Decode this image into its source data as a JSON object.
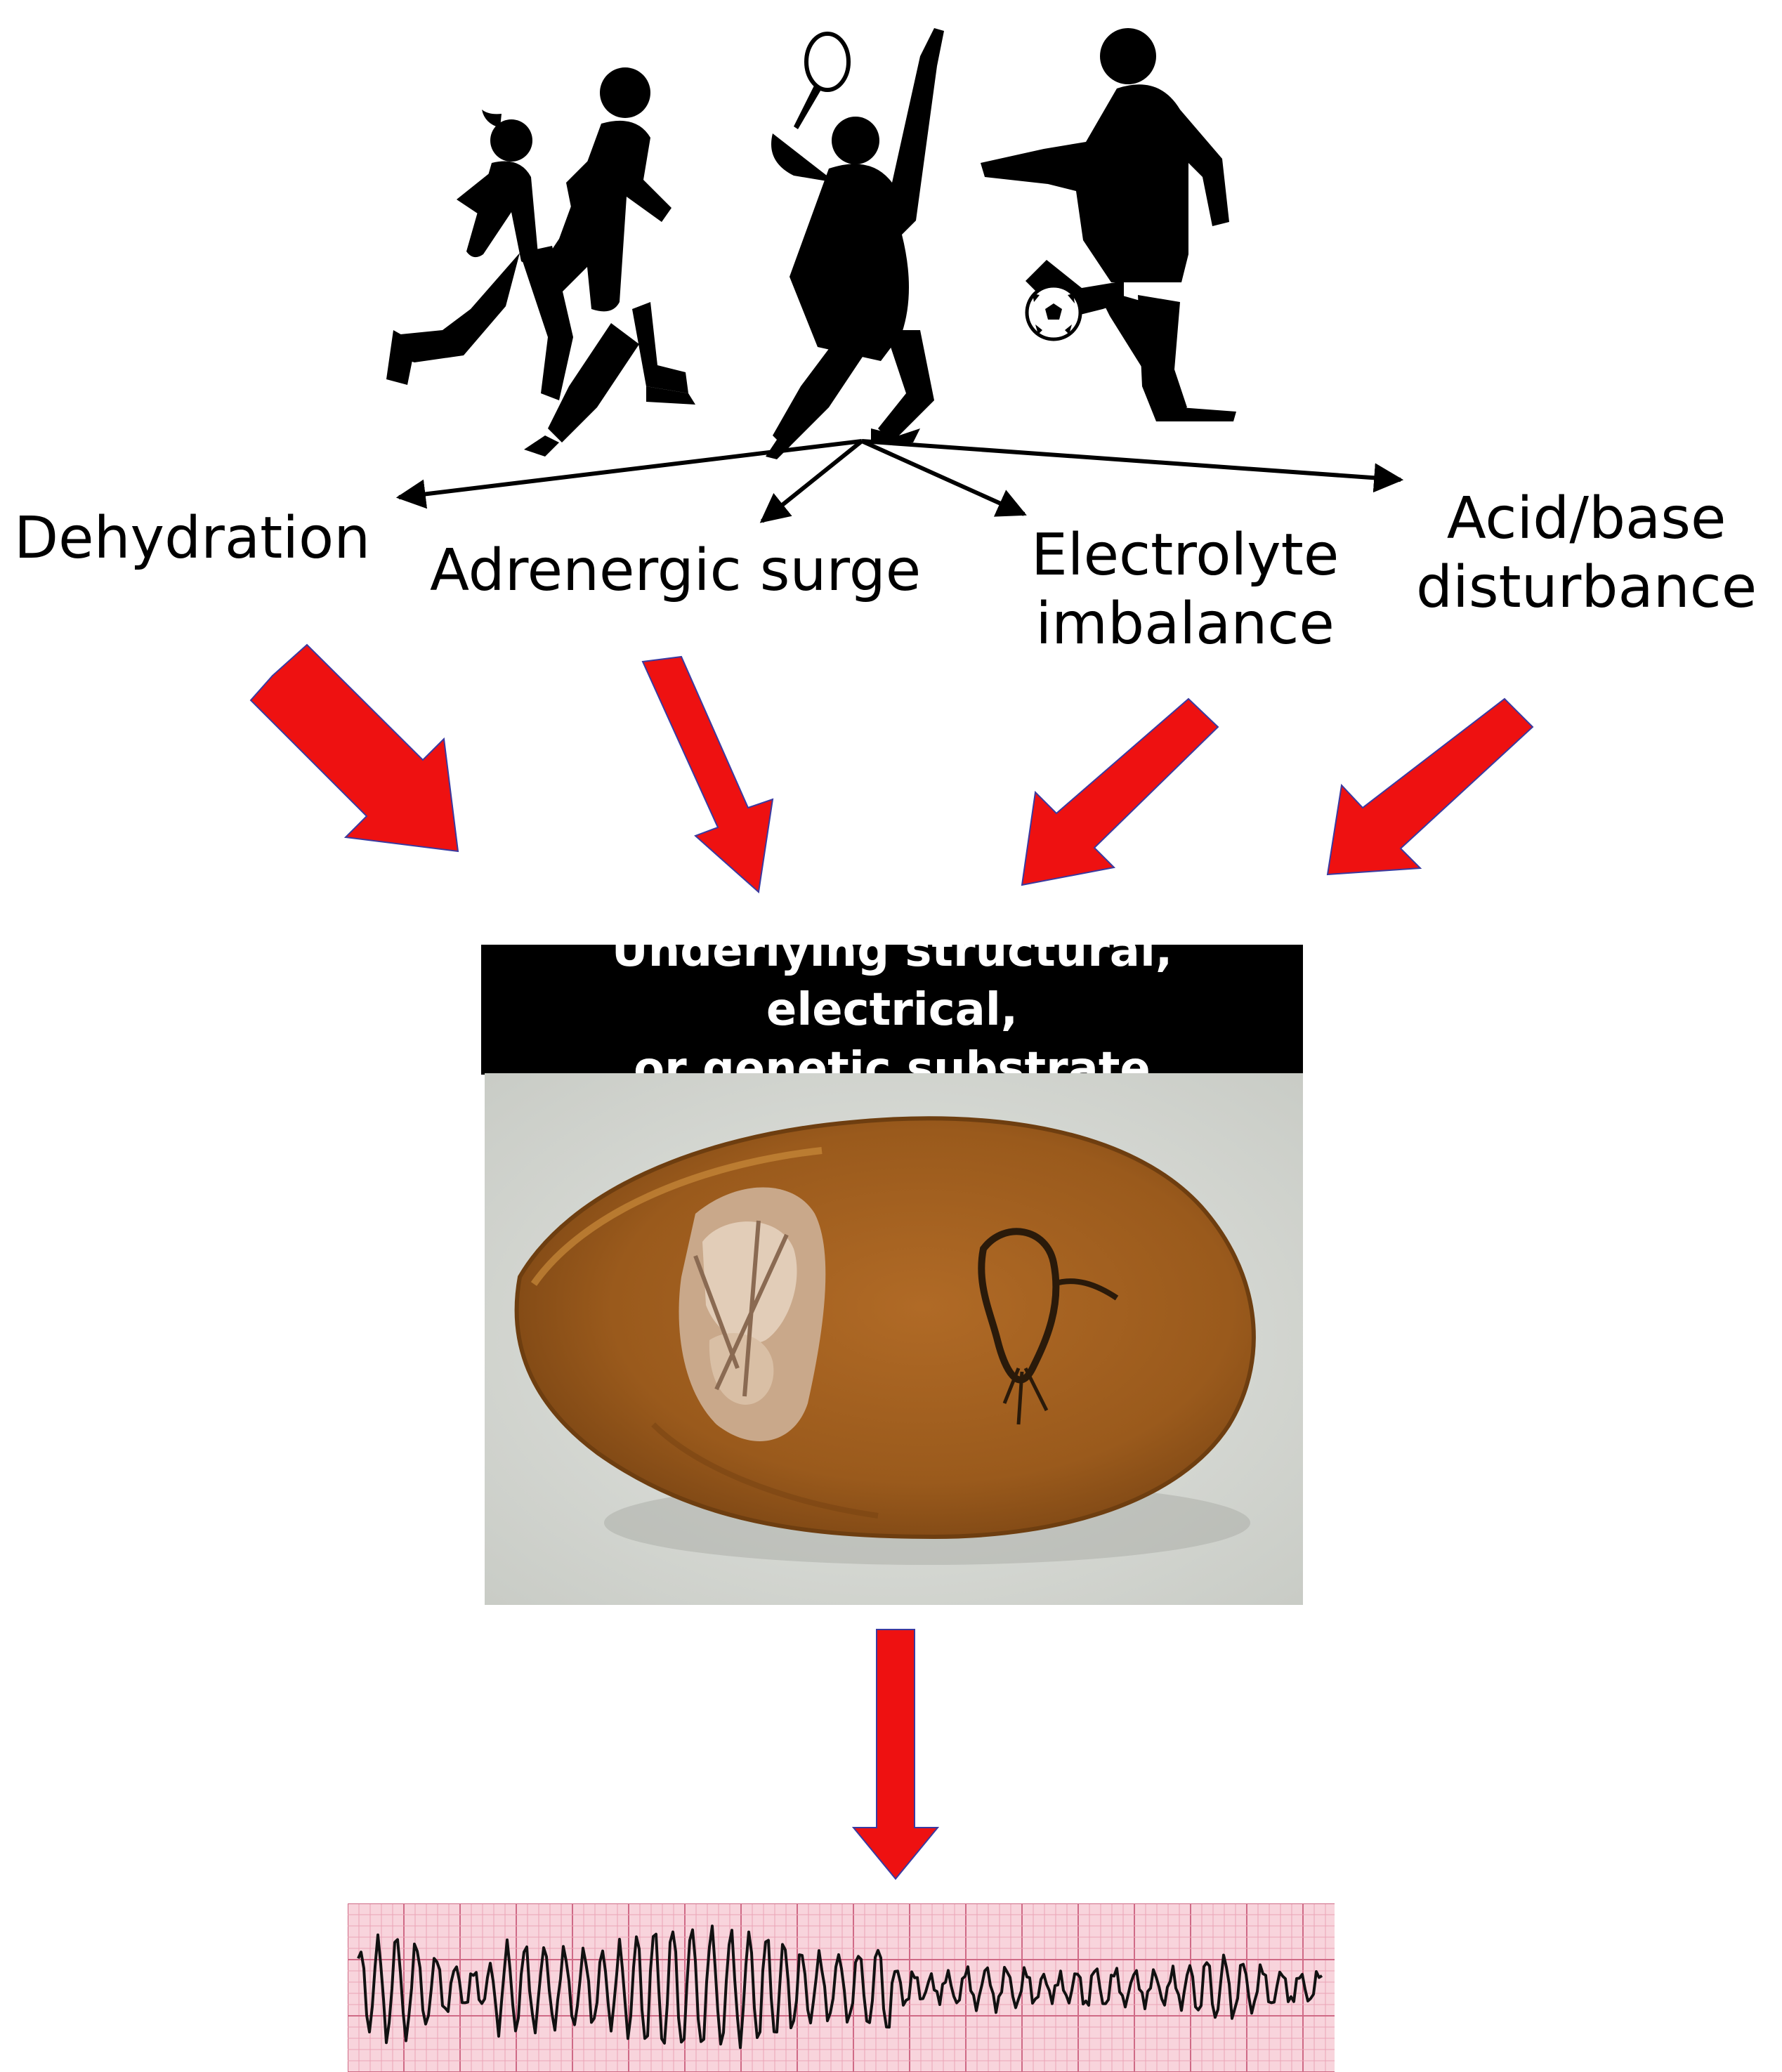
{
  "diagram": {
    "triggers": [
      {
        "id": "dehydration",
        "lines": [
          "Dehydration"
        ]
      },
      {
        "id": "adrenergic",
        "lines": [
          "Adrenergic surge"
        ]
      },
      {
        "id": "electrolyte",
        "lines": [
          "Electrolyte",
          "imbalance"
        ]
      },
      {
        "id": "acidbase",
        "lines": [
          "Acid/base",
          "disturbance"
        ]
      }
    ],
    "substrate": {
      "lines": [
        "Underlying structural, electrical,",
        "or genetic substrate"
      ]
    },
    "colors": {
      "arrow_red": "#ee1111",
      "arrow_outline": "#3a3aa0",
      "silhouette": "#000000",
      "header_bg": "#000000",
      "ecg_bg": "#f8d4dc",
      "ecg_grid": "#e48aa0",
      "ecg_trace": "#111111",
      "heart_tissue": "#a5601f"
    },
    "icons": [
      "runner-woman-icon",
      "runner-man-icon",
      "tennis-player-icon",
      "soccer-player-icon",
      "soccer-ball-icon"
    ]
  }
}
